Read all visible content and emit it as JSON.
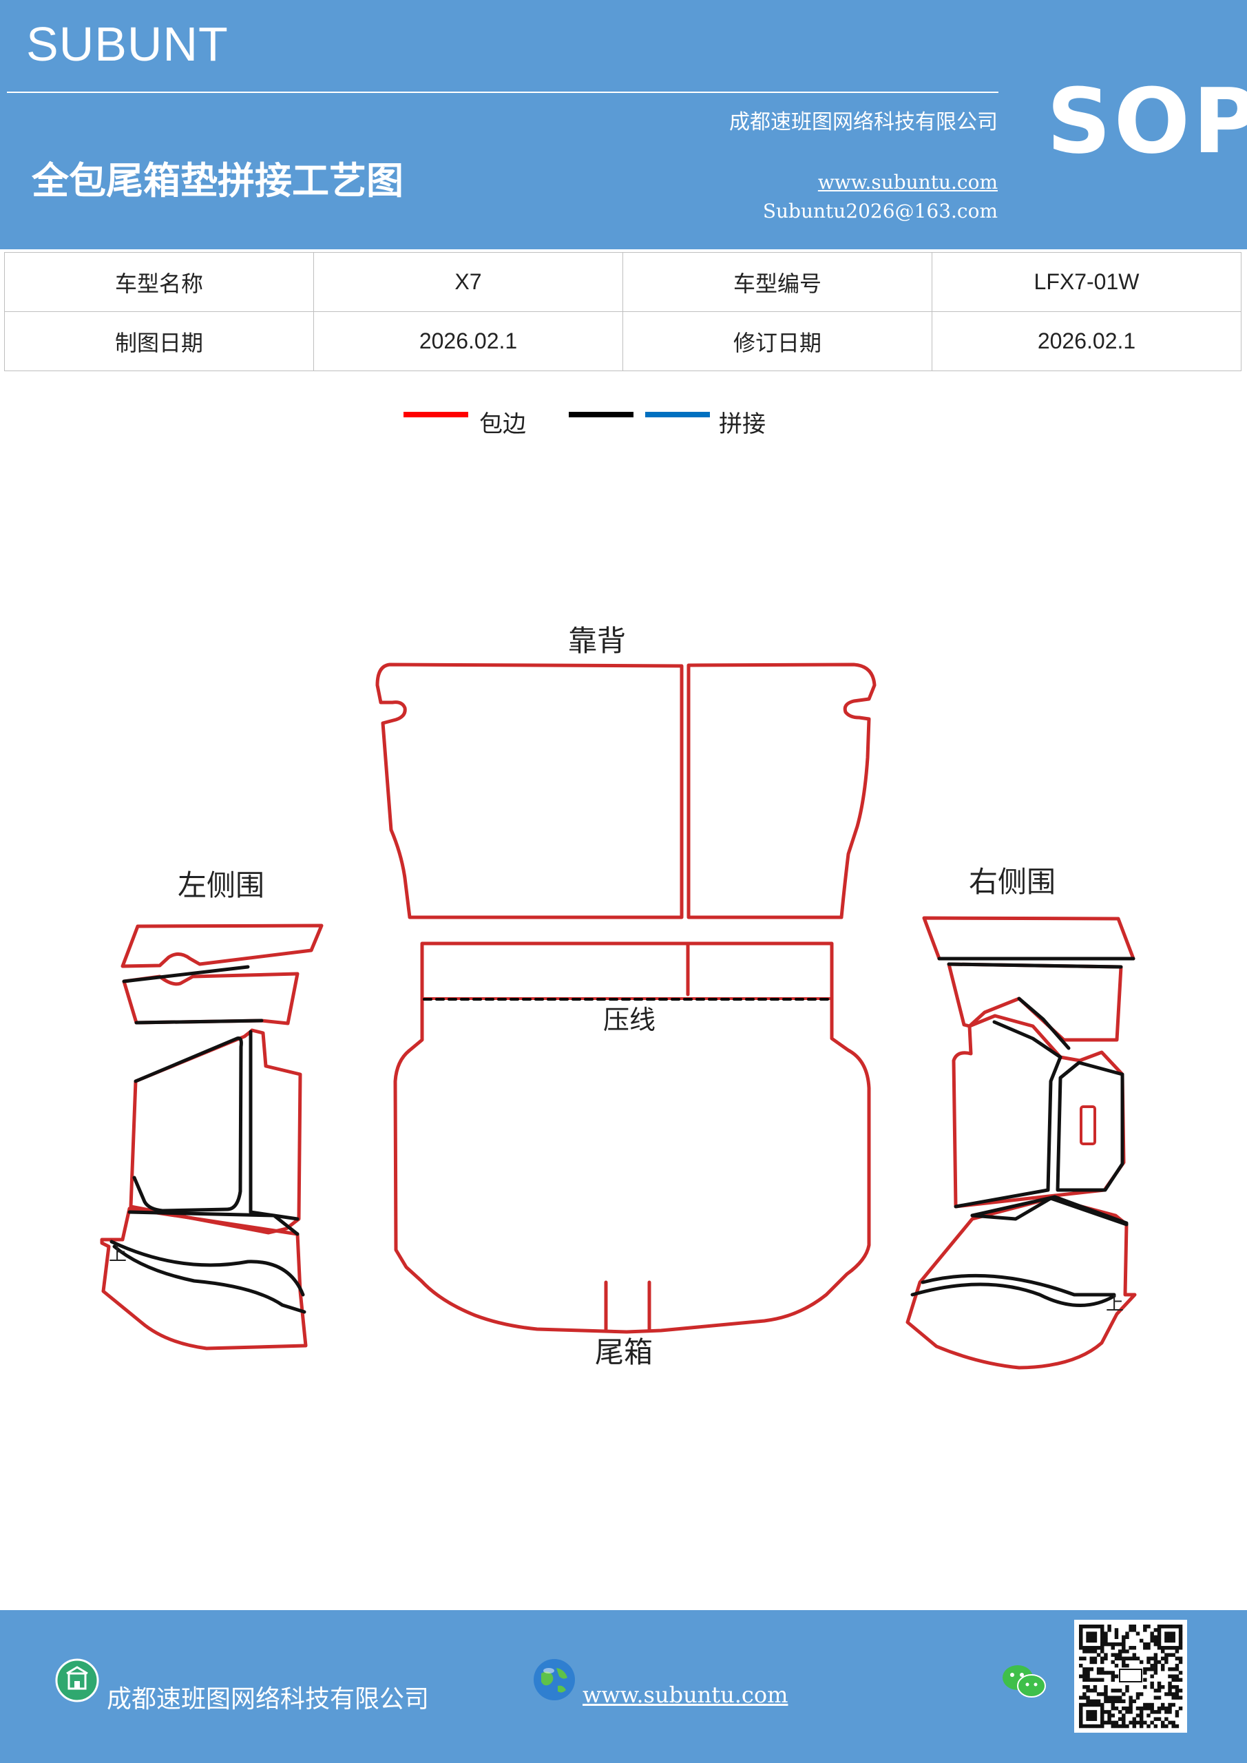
{
  "header": {
    "brand": "SUBUNT",
    "sop": "SOP",
    "company": "成都速班图网络科技有限公司",
    "title": "全包尾箱垫拼接工艺图",
    "website": "www.subuntu.com",
    "email": "Subuntu2026@163.com"
  },
  "info_table": {
    "rows": [
      [
        {
          "label": "车型名称",
          "value": "X7"
        },
        {
          "label": "车型编号",
          "value": "LFX7-01W"
        }
      ],
      [
        {
          "label": "制图日期",
          "value": "2026.02.1"
        },
        {
          "label": "修订日期",
          "value": "2026.02.1"
        }
      ]
    ]
  },
  "legend": {
    "items": [
      {
        "label": "包边",
        "color": "#ff0000"
      },
      {
        "label": "",
        "color": "#000000"
      },
      {
        "label": "拼接",
        "color": "#0070c0"
      }
    ]
  },
  "diagram": {
    "labels": {
      "backrest": "靠背",
      "left_side": "左侧围",
      "right_side": "右侧围",
      "press_line": "压线",
      "trunk": "尾箱",
      "left_up_mark": "上",
      "right_up_mark": "上"
    },
    "colors": {
      "edge": "#cc2a2a",
      "seam": "#111111"
    }
  },
  "footer": {
    "company": "成都速班图网络科技有限公司",
    "website": "www.subuntu.com",
    "icons": [
      "building-icon",
      "globe-icon",
      "wechat-icon",
      "qr-code"
    ]
  }
}
